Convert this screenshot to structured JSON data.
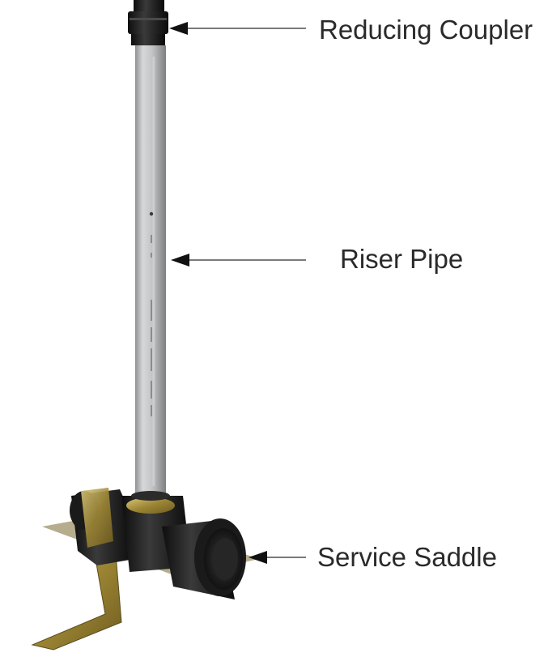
{
  "callouts": {
    "coupler": "Reducing Coupler",
    "riser": "Riser Pipe",
    "saddle": "Service Saddle"
  },
  "colors": {
    "pipe": "#b9bcbd",
    "fitting": "#1c1c1c",
    "brass": "#a8913a",
    "label": "#2a2a2a"
  },
  "icons": [
    "arrow-icon"
  ]
}
